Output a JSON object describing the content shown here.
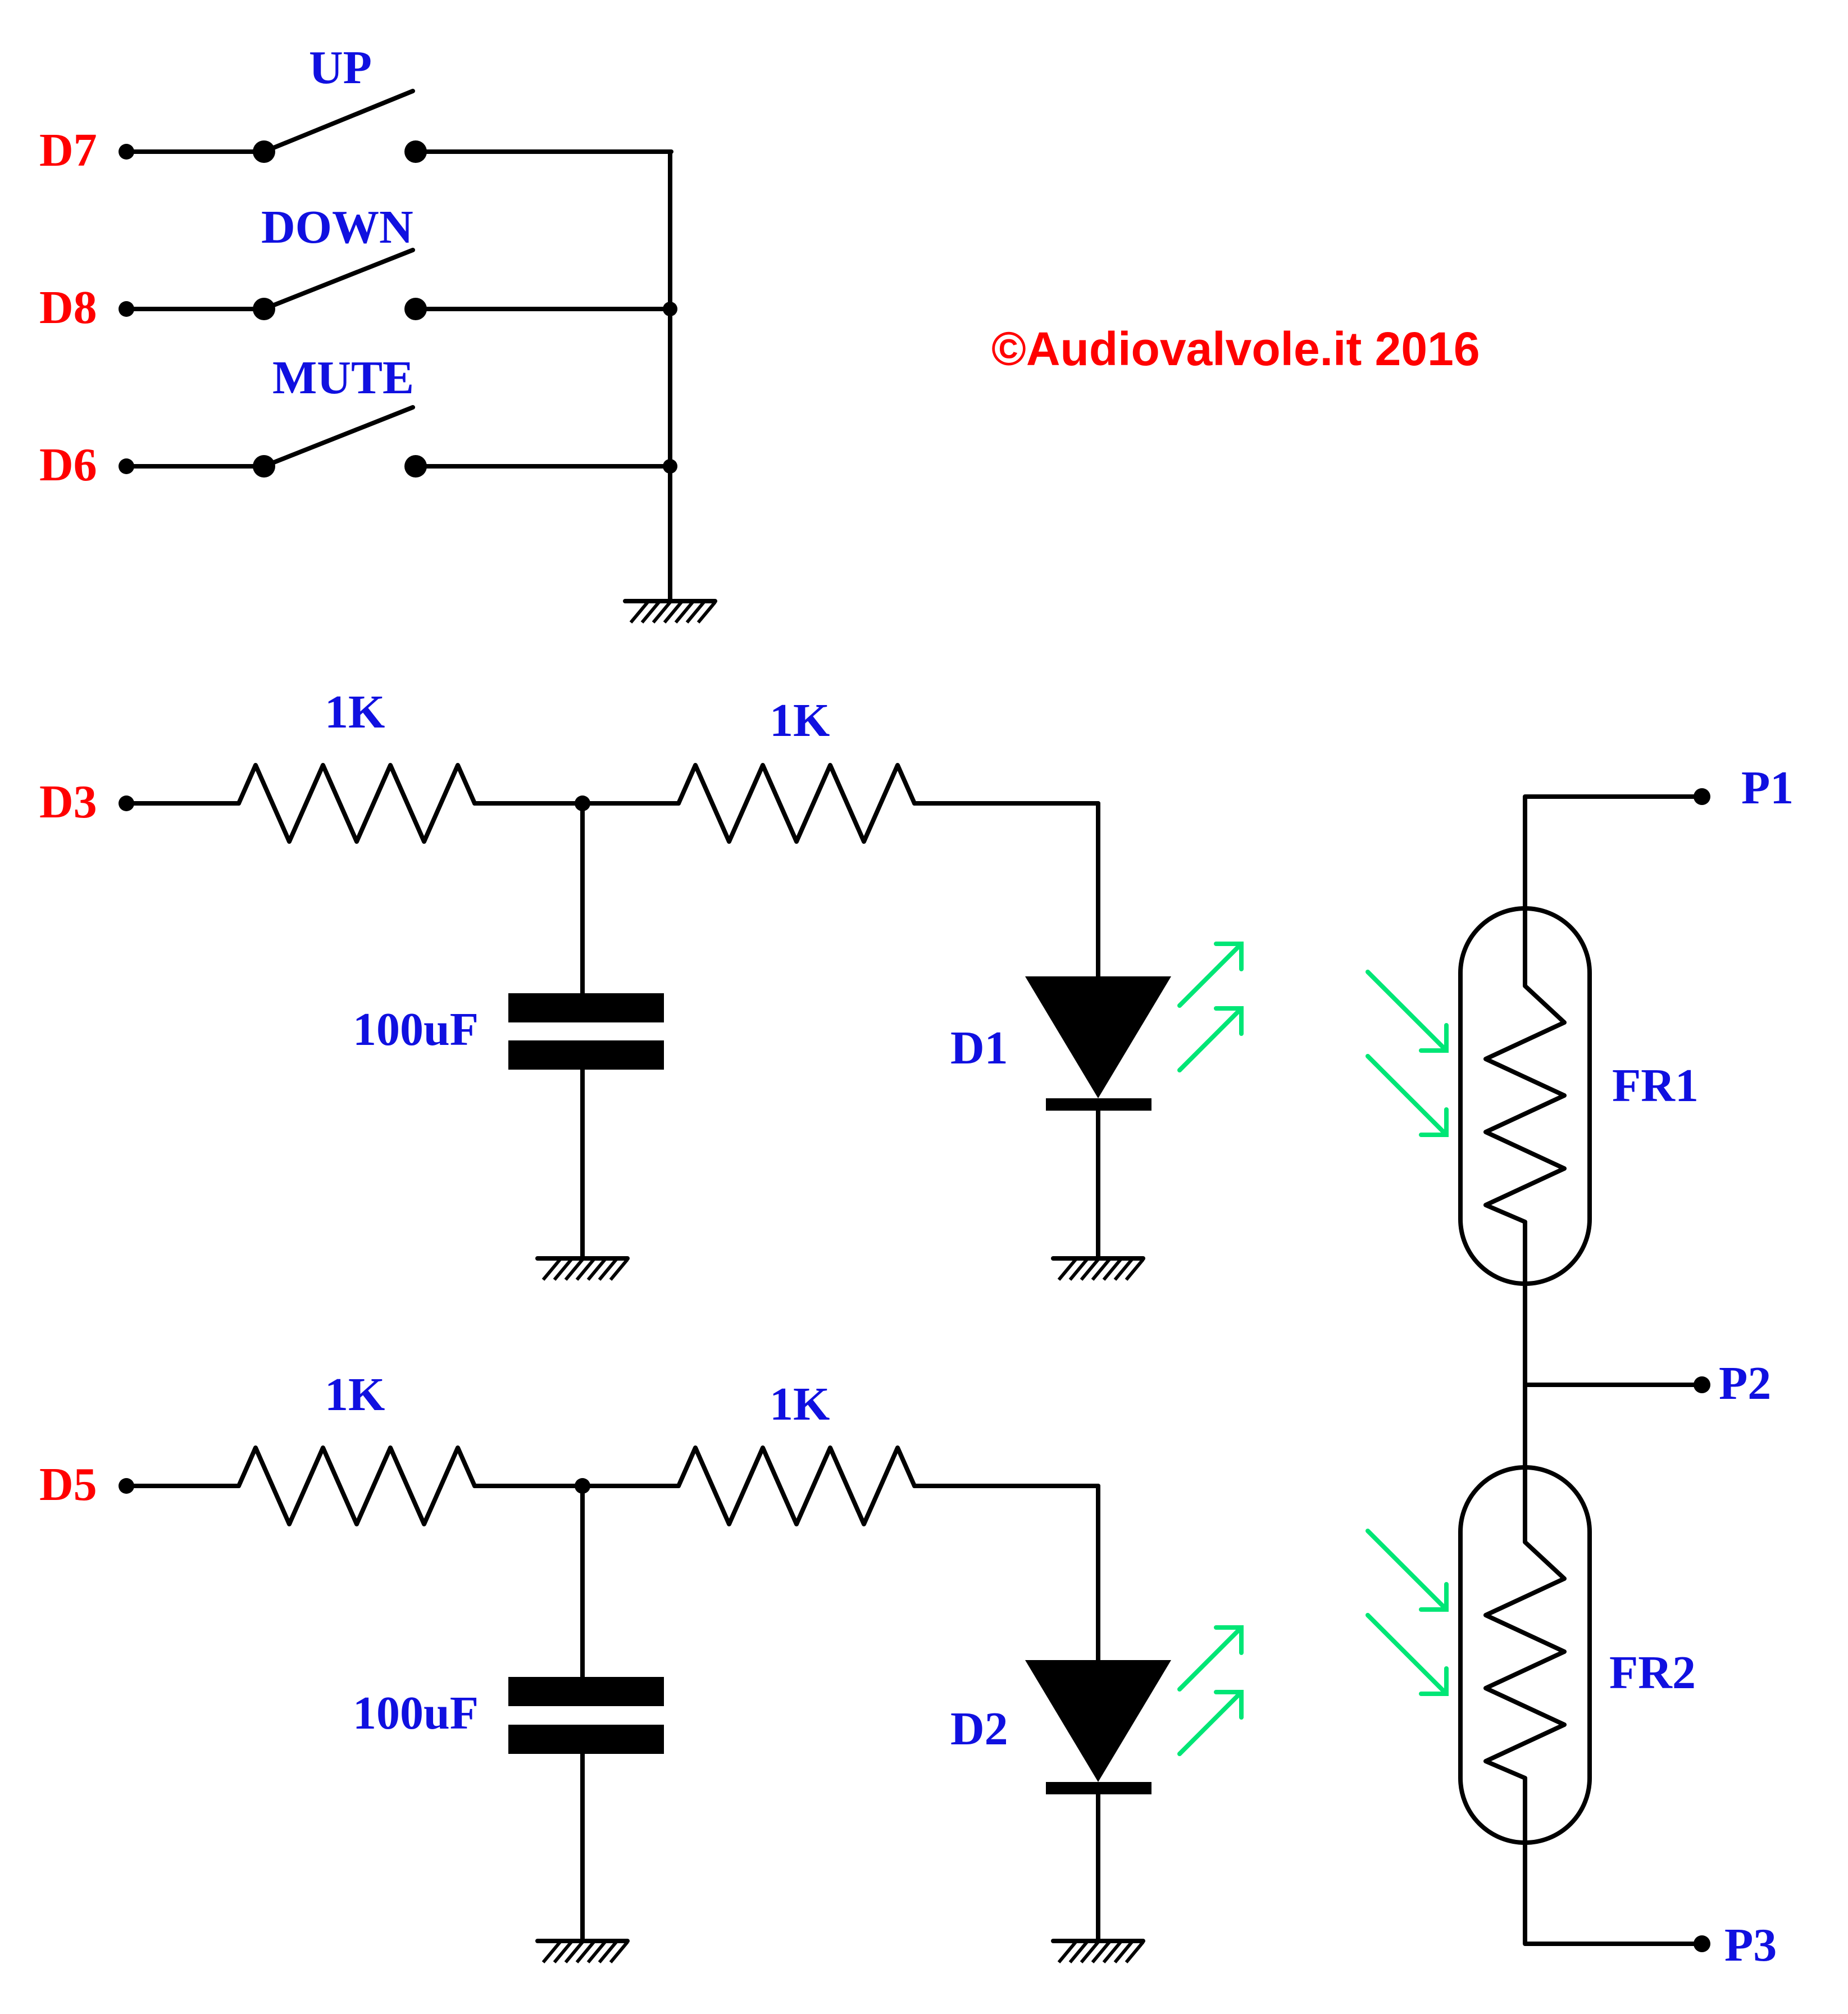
{
  "copyright": "©Audiovalvole.it 2016",
  "switches": {
    "up": {
      "pin": "D7",
      "label": "UP"
    },
    "down": {
      "pin": "D8",
      "label": "DOWN"
    },
    "mute": {
      "pin": "D6",
      "label": "MUTE"
    }
  },
  "channel1": {
    "input_pin": "D3",
    "resistor_a": "1K",
    "resistor_b": "1K",
    "capacitor": "100uF",
    "led": "D1"
  },
  "channel2": {
    "input_pin": "D5",
    "resistor_a": "1K",
    "resistor_b": "1K",
    "capacitor": "100uF",
    "led": "D2"
  },
  "photoresistors": {
    "fr1": "FR1",
    "fr2": "FR2"
  },
  "outputs": {
    "p1": "P1",
    "p2": "P2",
    "p3": "P3"
  },
  "colors": {
    "pin_labels": "#ff0000",
    "component_labels": "#1010e0",
    "light_arrows": "#00e676",
    "wires": "#000000"
  }
}
